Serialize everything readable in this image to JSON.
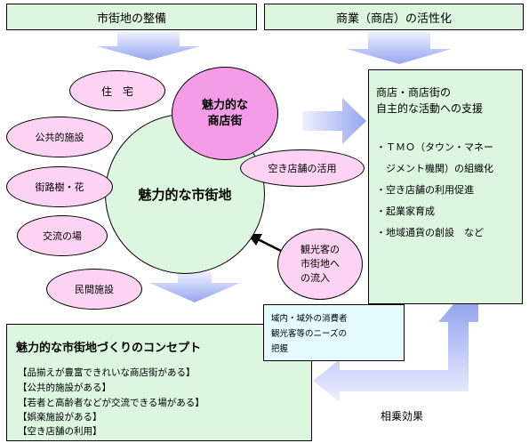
{
  "headers": {
    "left": "市街地の整備",
    "right": "商業（商店）の活性化"
  },
  "center": {
    "main": "魅力的な市街地",
    "shop": "魅力的な\n商店街",
    "vacant": "空き店舗の活用"
  },
  "left_ellipses": [
    "住　宅",
    "公共的施設",
    "街路樹・花",
    "交流の場",
    "民間施設"
  ],
  "tourist": "観光客の\n市街地へ\nの流入",
  "support": {
    "title": "商店・商店街の\n自主的な活動への支援",
    "items": [
      "・ＴＭＯ（タウン・マネー",
      "　ジメント機関）の組織化",
      "・空き店舗の利用促進",
      "・起業家育成",
      "・地域通貨の創設　など"
    ]
  },
  "needs": "域内・域外の消費者\n観光客等のニーズの\n把握",
  "concept": {
    "title": "魅力的な市街地づくりのコンセプト",
    "items": [
      "【品揃えが豊富できれいな商店街がある】",
      "【公共的施設がある】",
      "【若者と高齢者などが交流できる場がある】",
      "【娯楽施設がある】",
      "【空き店舗の利用】"
    ]
  },
  "synergy": "相乗効果",
  "colors": {
    "mint": "#dcf6e0",
    "pink": "#fcd3f3",
    "magenta": "#f49ce8",
    "arrow": "#95a6f0",
    "lightblue": "#e4fafc"
  }
}
